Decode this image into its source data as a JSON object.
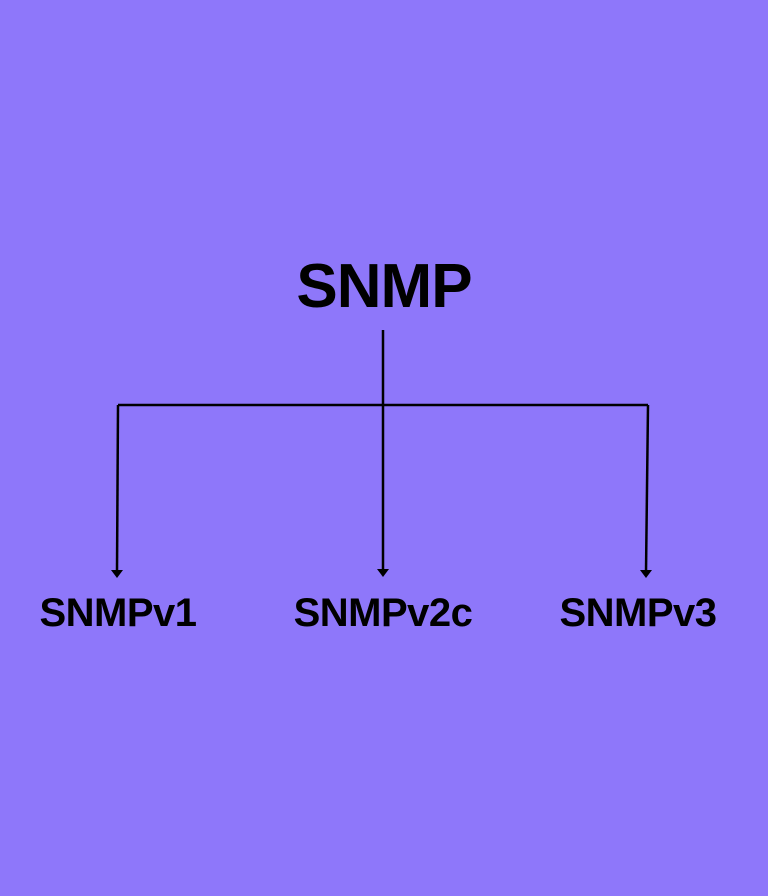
{
  "diagram": {
    "background_color": "#8e77fa",
    "line_color": "#000000",
    "root": {
      "label": "SNMP"
    },
    "children": [
      {
        "label": "SNMPv1"
      },
      {
        "label": "SNMPv2c"
      },
      {
        "label": "SNMPv3"
      }
    ]
  }
}
